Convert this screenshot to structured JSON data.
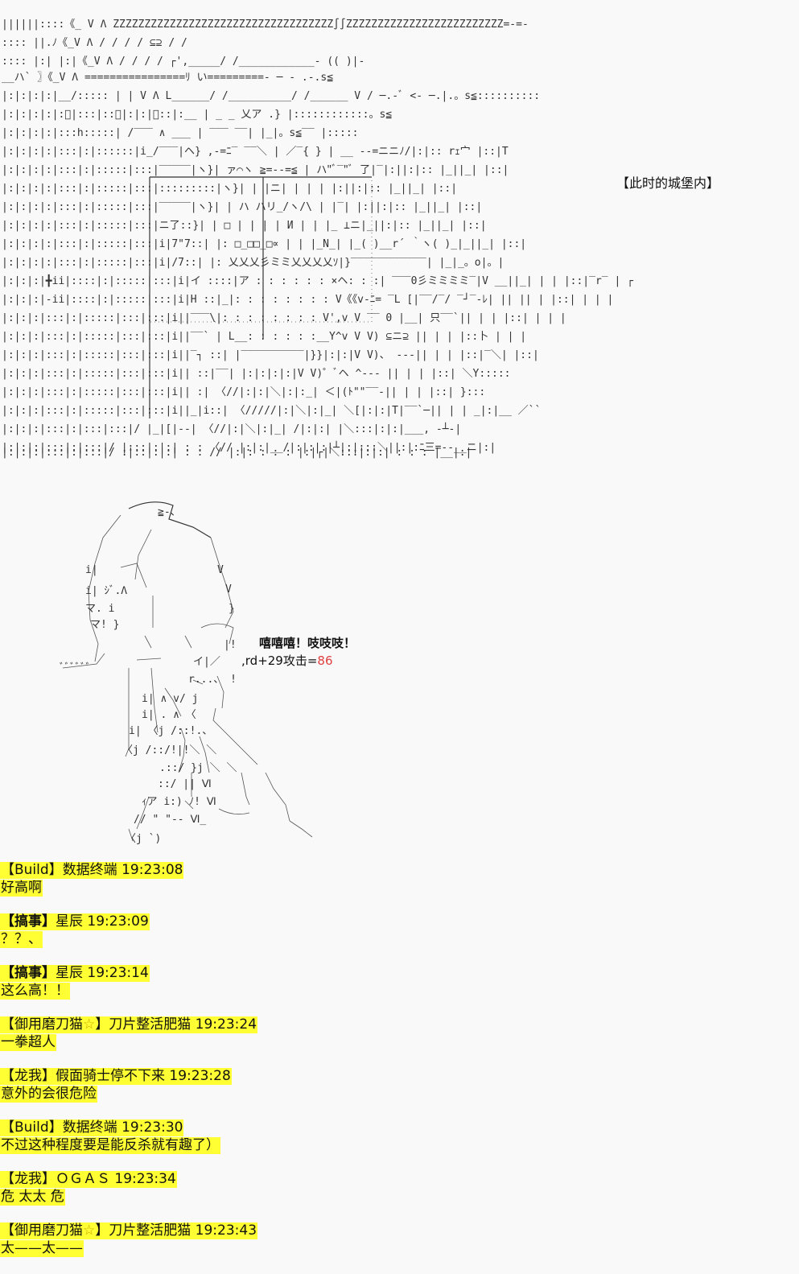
{
  "art_labels": {
    "castle_caption": "【此时的城堡内】",
    "shout": "嘻嘻嘻！吱吱吱！",
    "attack_prefix": ",rd+29攻击=",
    "attack_value": "86",
    "attack_value_color": "#e04040"
  },
  "chat": [
    {
      "tag": "【Build】",
      "name": "数据终端",
      "time": "19:23:08",
      "text": "好高啊"
    },
    {
      "tag": "【搞事】",
      "name": "星辰",
      "time": "19:23:09",
      "text": "？？、"
    },
    {
      "tag": "【搞事】",
      "name": "星辰",
      "time": "19:23:14",
      "text": "这么高！！"
    },
    {
      "tag": "【御用磨刀猫",
      "star": "☆",
      "tag_end": "】",
      "name": "刀片整活肥猫",
      "time": "19:23:24",
      "text": "一拳超人"
    },
    {
      "tag": "【龙我】",
      "name": "假面骑士停不下来",
      "time": "19:23:28",
      "text": "意外的会很危险"
    },
    {
      "tag": "【Build】",
      "name": "数据终端",
      "time": "19:23:30",
      "text": "不过这种程度要是能反杀就有趣了）"
    },
    {
      "tag": "【龙我】",
      "name": "ＯＧＡＳ",
      "time": "19:23:34",
      "text": "危 太太 危"
    },
    {
      "tag": "【御用磨刀猫",
      "star": "☆",
      "tag_end": "】",
      "name": "刀片整活肥猫",
      "time": "19:23:43",
      "text": "太——太——"
    }
  ],
  "colors": {
    "highlight": "#ffff33",
    "background": "#f9f9f9",
    "star": "#c8a000"
  }
}
